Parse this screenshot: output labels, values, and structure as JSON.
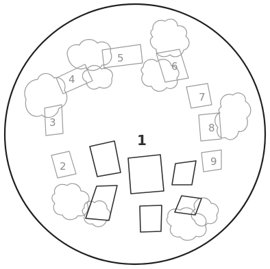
{
  "plan": {
    "center_label": "1",
    "outer_labels": [
      "2",
      "3",
      "4",
      "5",
      "6",
      "7",
      "8",
      "9"
    ]
  }
}
